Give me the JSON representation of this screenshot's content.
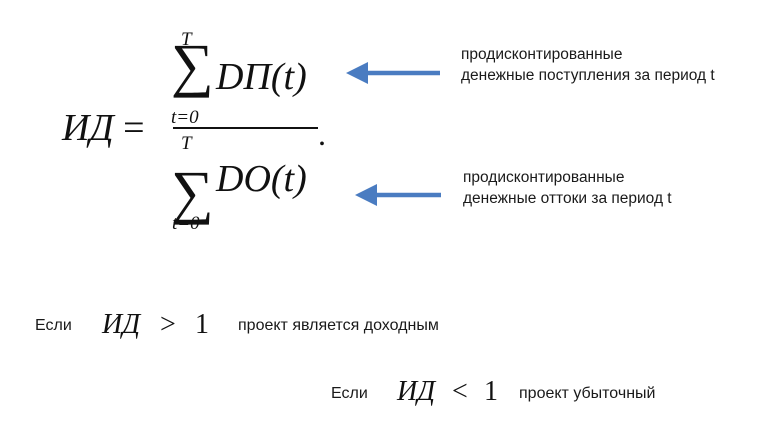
{
  "formula": {
    "lhs": "ИД",
    "equals": "=",
    "sum_symbol": "∑",
    "upper_limit": "T",
    "lower_limit": "t=0",
    "numerator_term": "DП(t)",
    "denominator_term": "DO(t)",
    "period": "."
  },
  "annotations": {
    "inflow_line1": "продисконтированные",
    "inflow_line2": "денежные поступления за период t",
    "outflow_line1": "продисконтированные",
    "outflow_line2": "денежные оттоки за период t",
    "arrow_color": "#4a7cc1"
  },
  "conditions": [
    {
      "prefix": "Если",
      "lhs": "ИД",
      "op": ">",
      "value": "1",
      "text": "проект является доходным"
    },
    {
      "prefix": "Если",
      "lhs": "ИД",
      "op": "<",
      "value": "1",
      "text": "проект убыточный"
    }
  ]
}
